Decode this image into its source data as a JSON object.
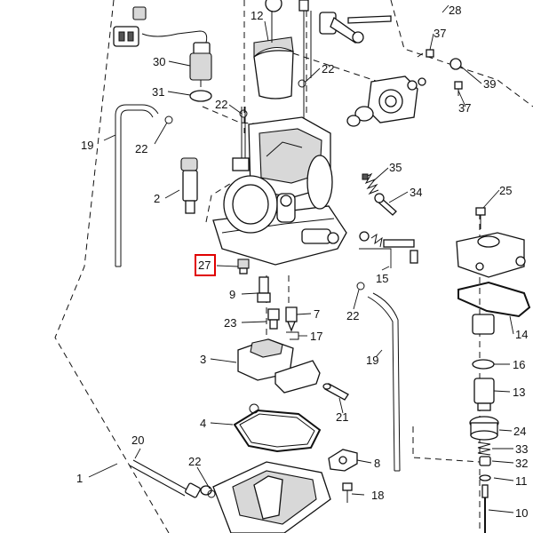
{
  "highlight_color": "#e00000",
  "labels": [
    {
      "id": "1",
      "text": "1"
    },
    {
      "id": "2",
      "text": "2"
    },
    {
      "id": "3",
      "text": "3"
    },
    {
      "id": "4",
      "text": "4"
    },
    {
      "id": "7",
      "text": "7"
    },
    {
      "id": "8",
      "text": "8"
    },
    {
      "id": "9",
      "text": "9"
    },
    {
      "id": "10",
      "text": "10"
    },
    {
      "id": "11",
      "text": "11"
    },
    {
      "id": "12",
      "text": "12"
    },
    {
      "id": "13",
      "text": "13"
    },
    {
      "id": "14",
      "text": "14"
    },
    {
      "id": "15",
      "text": "15"
    },
    {
      "id": "16",
      "text": "16"
    },
    {
      "id": "17",
      "text": "17"
    },
    {
      "id": "18",
      "text": "18"
    },
    {
      "id": "19a",
      "text": "19"
    },
    {
      "id": "19b",
      "text": "19"
    },
    {
      "id": "20",
      "text": "20"
    },
    {
      "id": "21",
      "text": "21"
    },
    {
      "id": "22a",
      "text": "22"
    },
    {
      "id": "22b",
      "text": "22"
    },
    {
      "id": "22c",
      "text": "22"
    },
    {
      "id": "22d",
      "text": "22"
    },
    {
      "id": "22e",
      "text": "22"
    },
    {
      "id": "23",
      "text": "23"
    },
    {
      "id": "24",
      "text": "24"
    },
    {
      "id": "25",
      "text": "25"
    },
    {
      "id": "27",
      "text": "27"
    },
    {
      "id": "28",
      "text": "28"
    },
    {
      "id": "30",
      "text": "30"
    },
    {
      "id": "31",
      "text": "31"
    },
    {
      "id": "32",
      "text": "32"
    },
    {
      "id": "33",
      "text": "33"
    },
    {
      "id": "34",
      "text": "34"
    },
    {
      "id": "35",
      "text": "35"
    },
    {
      "id": "37a",
      "text": "37"
    },
    {
      "id": "37b",
      "text": "37"
    },
    {
      "id": "39",
      "text": "39"
    }
  ],
  "highlighted_label": "27"
}
